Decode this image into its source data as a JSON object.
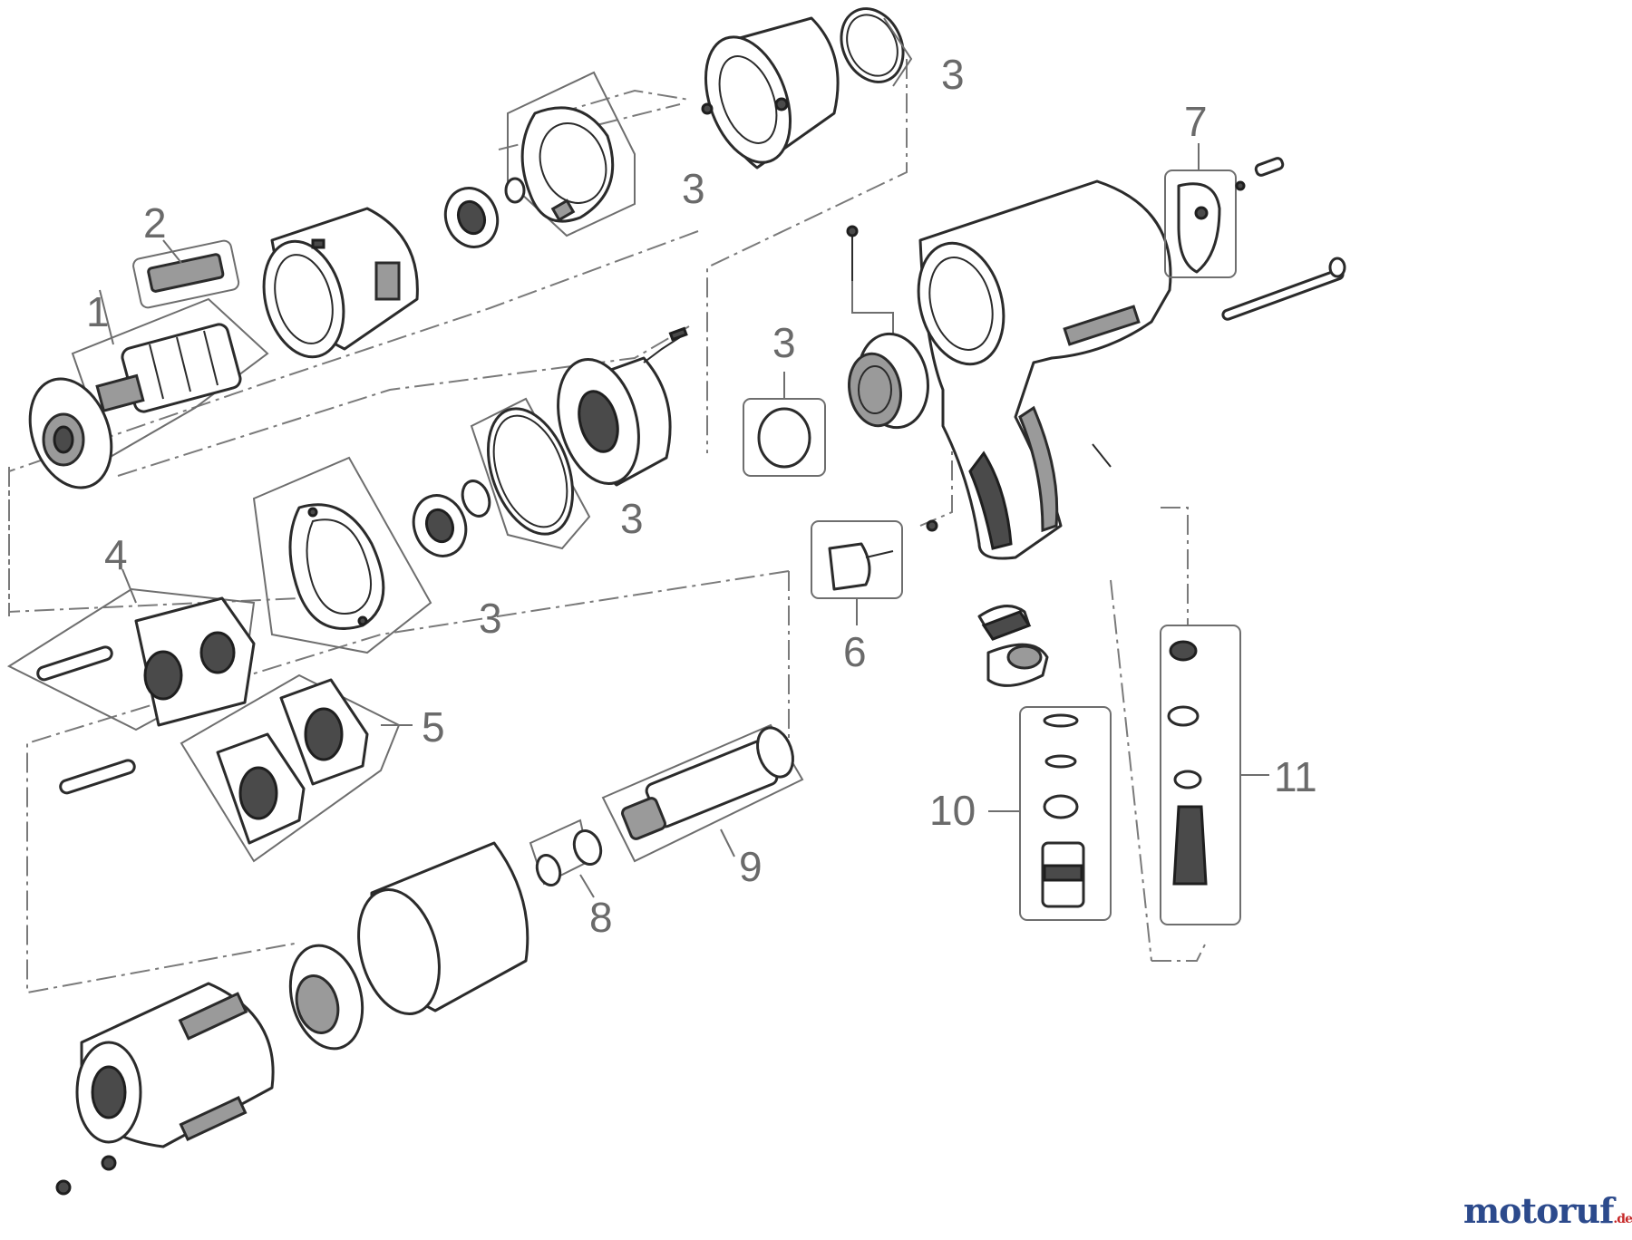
{
  "callouts": [
    {
      "id": "c1",
      "label": "1"
    },
    {
      "id": "c2",
      "label": "2"
    },
    {
      "id": "c3a",
      "label": "3"
    },
    {
      "id": "c3b",
      "label": "3"
    },
    {
      "id": "c3c",
      "label": "3"
    },
    {
      "id": "c3d",
      "label": "3"
    },
    {
      "id": "c3e",
      "label": "3"
    },
    {
      "id": "c4",
      "label": "4"
    },
    {
      "id": "c5",
      "label": "5"
    },
    {
      "id": "c6",
      "label": "6"
    },
    {
      "id": "c7",
      "label": "7"
    },
    {
      "id": "c8",
      "label": "8"
    },
    {
      "id": "c9",
      "label": "9"
    },
    {
      "id": "c10",
      "label": "10"
    },
    {
      "id": "c11",
      "label": "11"
    }
  ],
  "watermark": {
    "main": "motoruf",
    "tld": ".de"
  },
  "colors": {
    "line": "#2b2b2b",
    "callout": "#6a6a6a",
    "watermark_blue": "#2c4a8c",
    "watermark_red": "#c62828"
  }
}
